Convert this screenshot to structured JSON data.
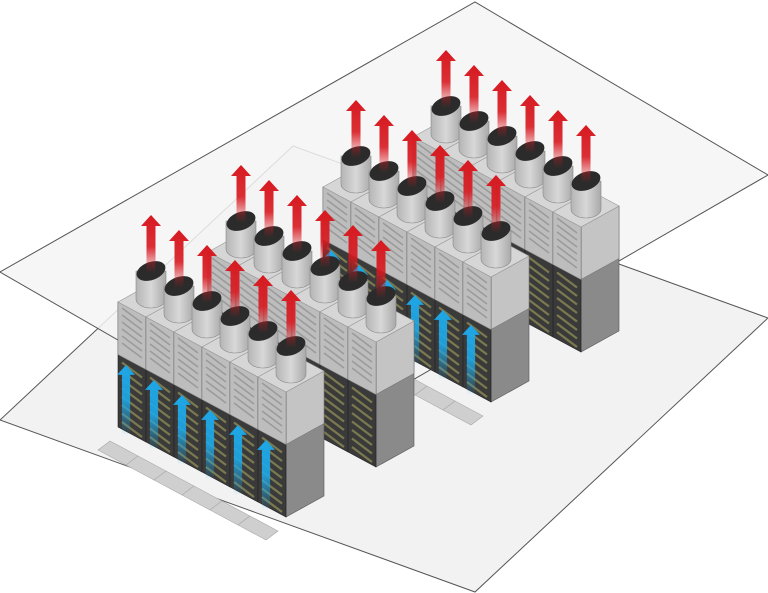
{
  "diagram": {
    "rows": [
      {
        "cabinets": 6,
        "chimneys": true,
        "cold_air_front": true
      },
      {
        "cabinets": 6,
        "chimneys": true,
        "cold_air_front": false
      },
      {
        "cabinets": 6,
        "chimneys": true,
        "cold_air_front": true
      },
      {
        "cabinets": 6,
        "chimneys": true,
        "cold_air_front": false
      }
    ],
    "icons": {
      "hot_air": "red-up-arrow",
      "cold_air": "blue-up-arrow"
    },
    "colors": {
      "hot_air": "#d71920",
      "cold_air": "#1ea7e6",
      "floor": "#f2f2f2",
      "ceiling": "#f4f4f4",
      "plane_edge": "#555555",
      "cabinet_top_light": "#d6d6d6",
      "cabinet_front_light": "#bdbdbd",
      "cabinet_front_dark": "#3a3a3a",
      "cabinet_side": "#8a8a8a",
      "chimney": "#c8c8c8",
      "chimney_cap": "#2b2b2b"
    }
  }
}
